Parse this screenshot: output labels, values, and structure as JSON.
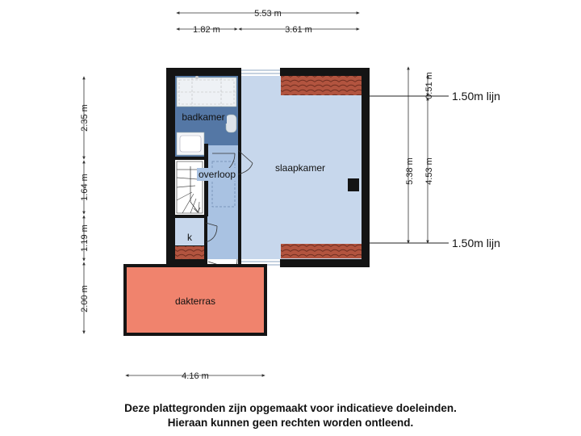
{
  "dimensions": {
    "top_total": "5.53 m",
    "top_left": "1.82 m",
    "top_right": "3.61 m",
    "left_1": "2.35 m",
    "left_2": "1.64 m",
    "left_3": "1.19 m",
    "left_4": "2.00 m",
    "right_small": "0.51 m",
    "right_total": "5.38 m",
    "right_mid": "4.53 m",
    "bottom": "4.16 m"
  },
  "lines": {
    "upper": "1.50m lijn",
    "lower": "1.50m lijn"
  },
  "rooms": {
    "bathroom": "badkamer",
    "landing": "overloop",
    "bedroom": "slaapkamer",
    "closet": "k",
    "terrace": "dakterras"
  },
  "colors": {
    "wall": "#141414",
    "bedroom": "#c7d7ec",
    "landing": "#a9c2e2",
    "bathroom": "#5477a5",
    "terrace": "#f0836d",
    "roof_tiles": "#9e4a38"
  },
  "disclaimer": {
    "line1": "Deze plattegronden zijn opgemaakt voor indicatieve doeleinden.",
    "line2": "Hieraan kunnen geen rechten worden ontleend."
  }
}
